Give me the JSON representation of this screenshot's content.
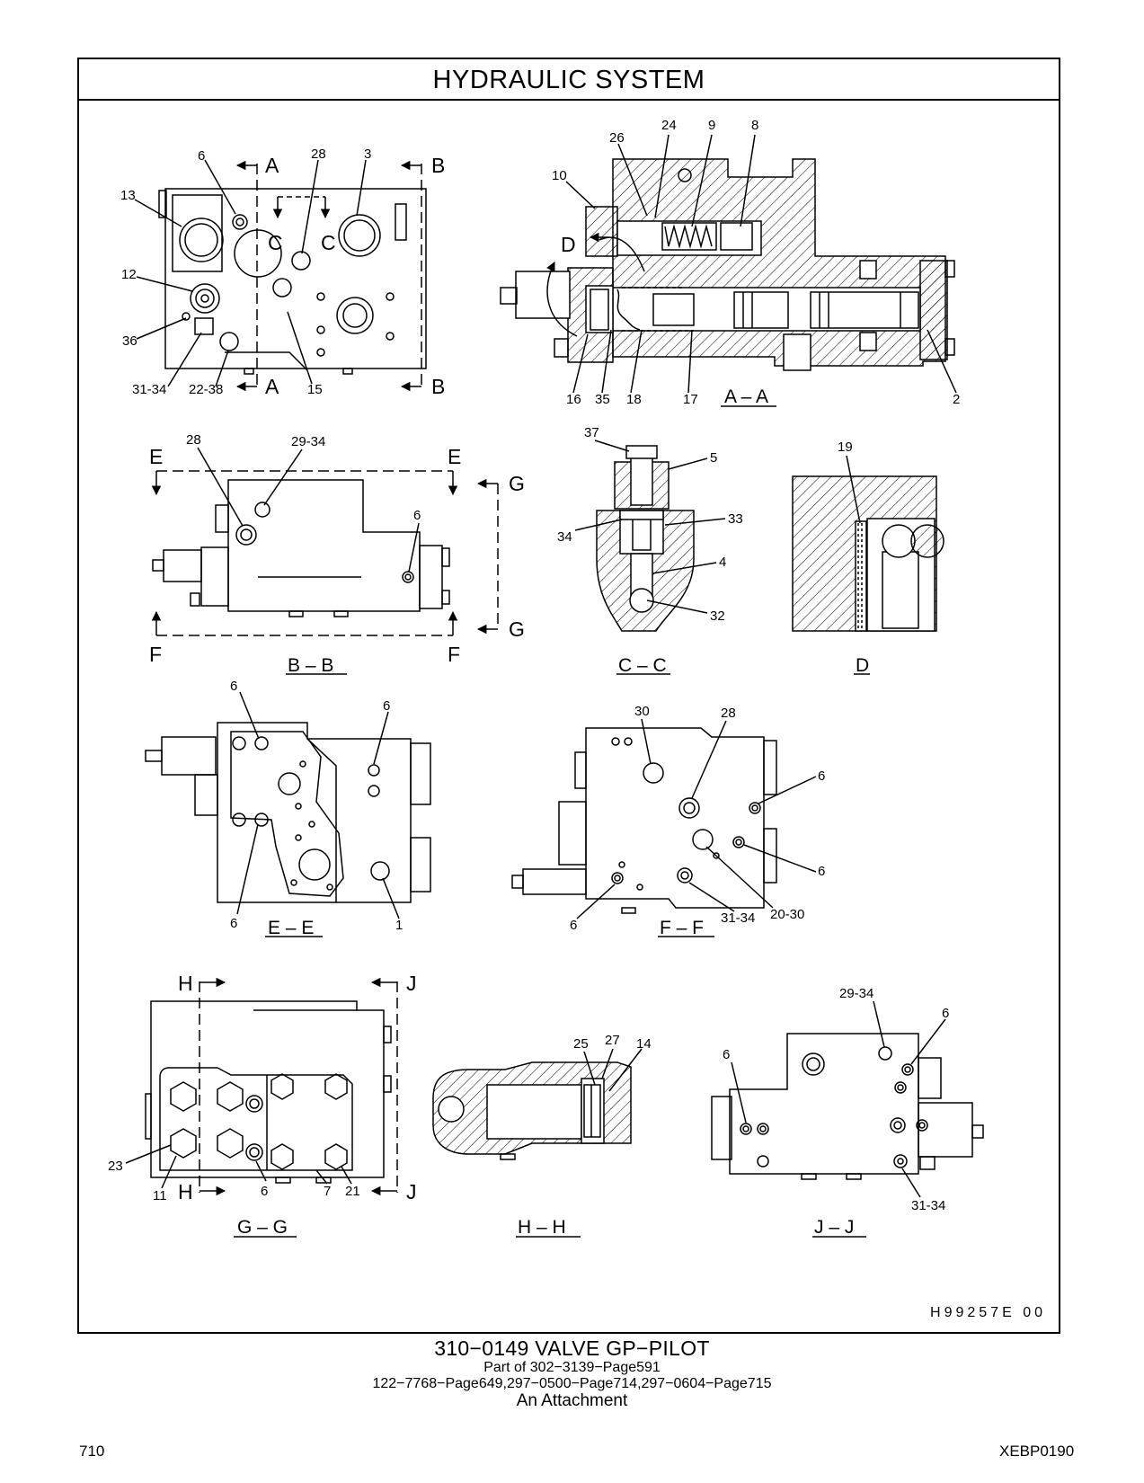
{
  "header": {
    "title": "HYDRAULIC   SYSTEM"
  },
  "views": {
    "top_left": {
      "section_markers": [
        "A",
        "A",
        "B",
        "B",
        "C",
        "C"
      ],
      "callouts": [
        "6",
        "28",
        "3",
        "13",
        "12",
        "36",
        "31-34",
        "22-38",
        "15"
      ]
    },
    "section_aa": {
      "title": "A – A",
      "view_marker": "D",
      "callouts": [
        "26",
        "24",
        "9",
        "8",
        "10",
        "16",
        "35",
        "18",
        "17",
        "2"
      ]
    },
    "section_bb": {
      "title": "B – B",
      "section_markers": [
        "E",
        "E",
        "F",
        "F",
        "G",
        "G"
      ],
      "callouts": [
        "28",
        "29-34",
        "6"
      ]
    },
    "section_cc": {
      "title": "C – C",
      "callouts": [
        "37",
        "5",
        "34",
        "33",
        "4",
        "32"
      ]
    },
    "detail_d": {
      "title": "D",
      "callouts": [
        "19"
      ]
    },
    "section_ee": {
      "title": "E – E",
      "callouts": [
        "6",
        "6",
        "6",
        "1"
      ]
    },
    "section_ff": {
      "title": "F – F",
      "callouts": [
        "30",
        "28",
        "6",
        "6",
        "6",
        "31-34",
        "20-30"
      ]
    },
    "section_gg": {
      "title": "G – G",
      "section_markers": [
        "H",
        "H",
        "J",
        "J"
      ],
      "callouts": [
        "23",
        "11",
        "6",
        "7",
        "21"
      ]
    },
    "section_hh": {
      "title": "H – H",
      "callouts": [
        "25",
        "27",
        "14"
      ]
    },
    "section_jj": {
      "title": "J – J",
      "callouts": [
        "29-34",
        "6",
        "6",
        "31-34"
      ]
    }
  },
  "drawing_number": "H99257E   00",
  "caption": {
    "title": "310−0149   VALVE  GP−PILOT",
    "line1": "Part of 302−3139−Page591",
    "line2": "122−7768−Page649,297−0500−Page714,297−0604−Page715",
    "line3": "An Attachment"
  },
  "footer": {
    "page_number": "710",
    "document_id": "XEBP0190"
  }
}
